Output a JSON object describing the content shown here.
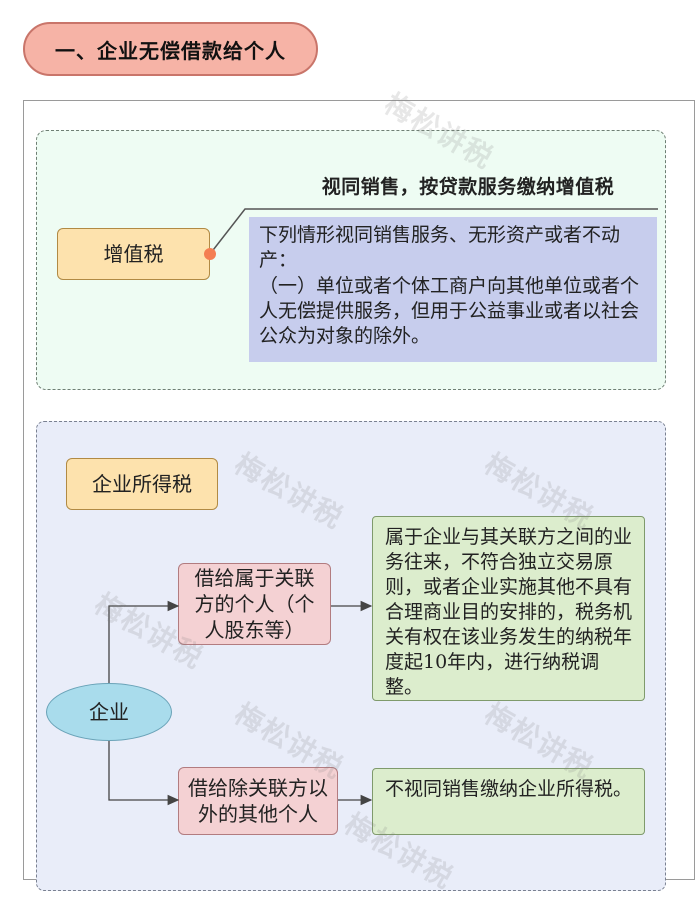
{
  "title": "一、企业无偿借款给个人",
  "vat": {
    "label": "增值税",
    "heading": "视同销售，按贷款服务缴纳增值税",
    "desc_line1": "下列情形视同销售服务、无形资产或者不动产：",
    "desc_line2": "（一）单位或者个体工商户向其他单位或者个人无偿提供服务，但用于公益事业或者以社会公众为对象的除外。"
  },
  "cit": {
    "label": "企业所得税",
    "entity": "企业",
    "branch_related": "借给属于关联方的个人（个人股东等）",
    "branch_related_note": "属于企业与其关联方之间的业务往来，不符合独立交易原则，或者企业实施其他不具有合理商业目的安排的，税务机关有权在该业务发生的纳税年度起10年内，进行纳税调整。",
    "branch_other": "借给除关联方以外的其他个人",
    "branch_other_note": "不视同销售缴纳企业所得税。"
  },
  "watermark": "梅松讲税",
  "colors": {
    "title_fill": "#f6b3a6",
    "vat_panel": "#eefcf3",
    "cit_panel": "#e9edf9",
    "orange_box": "#fde2ad",
    "pink_box": "#f4d1d3",
    "green_box": "#dcedcd",
    "ellipse": "#a9dcec",
    "desc_fill": "#c7cded",
    "connector_dot": "#f47e52"
  }
}
